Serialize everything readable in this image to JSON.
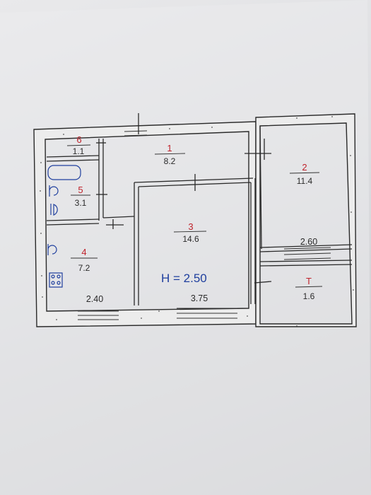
{
  "rooms": [
    {
      "id": "r1",
      "number": "1",
      "area": "8.2"
    },
    {
      "id": "r2",
      "number": "2",
      "area": "11.4"
    },
    {
      "id": "r3",
      "number": "3",
      "area": "14.6"
    },
    {
      "id": "r4",
      "number": "4",
      "area": "7.2"
    },
    {
      "id": "r5",
      "number": "5",
      "area": "3.1"
    },
    {
      "id": "r6",
      "number": "6",
      "area": "1.1"
    },
    {
      "id": "rb",
      "number": "T",
      "area": "1.6"
    }
  ],
  "dimensions": {
    "kitchen_width": "2.40",
    "room3_width": "3.75",
    "room2_width": "2.60"
  },
  "ceiling_height": "H = 2.50",
  "colors": {
    "room_number": "#c0232c",
    "height_label": "#1f3f9e",
    "fixtures": "#1f3f9e"
  }
}
